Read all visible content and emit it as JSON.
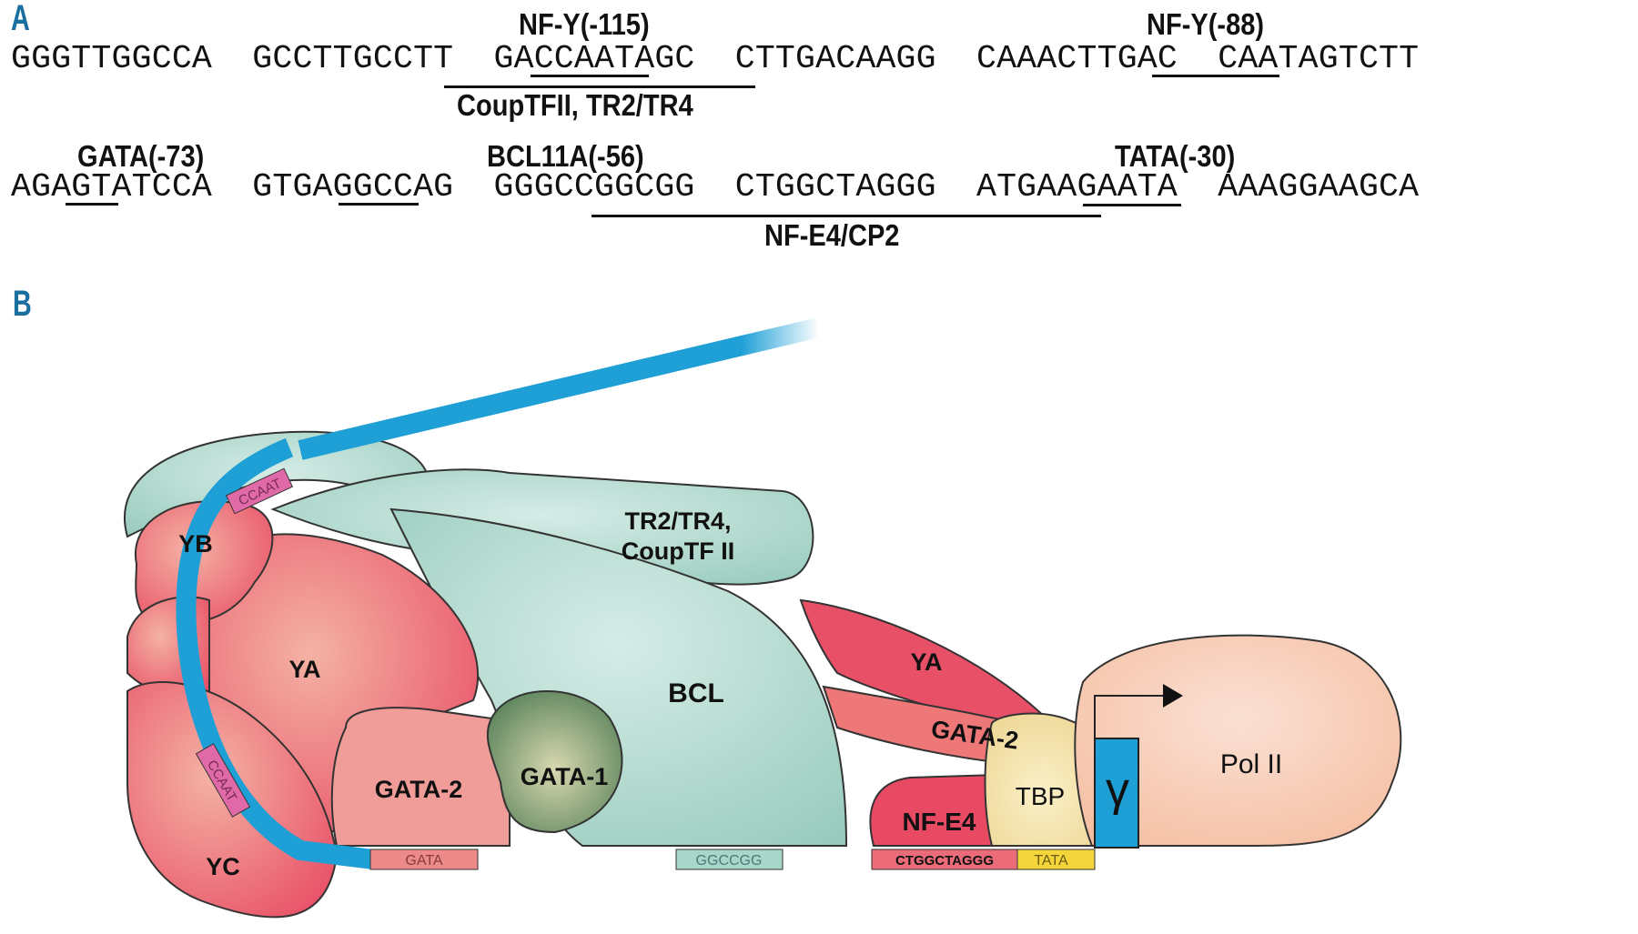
{
  "panel_a": {
    "letter": "A",
    "rows": [
      {
        "sequence": "GGGTTGGCCA  GCCTTGCCTT  GACCAATAGC  CTTGACAAGG  CAAACTTGAC  CAATAGTCTT",
        "labels_above": [
          "NF-Y(-115)",
          "NF-Y(-88)"
        ],
        "labels_below": [
          "CoupTFII, TR2/TR4"
        ]
      },
      {
        "sequence": "AGAGTATCCA  GTGAGGCCAG  GGGCCGGCGG  CTGGCTAGGG  ATGAAGAATA  AAAGGAAGCA",
        "labels_above": [
          "GATA(-73)",
          "BCL11A(-56)",
          "TATA(-30)"
        ],
        "labels_below": [
          "NF-E4/CP2"
        ]
      }
    ]
  },
  "panel_b": {
    "letter": "B",
    "proteins": {
      "yb": "YB",
      "ya": "YA",
      "yc": "YC",
      "tr2_line1": "TR2/TR4,",
      "tr2_line2": "CoupTF II",
      "bcl": "BCL",
      "gata2_left": "GATA-2",
      "gata1": "GATA-1",
      "ya_right": "YA",
      "gata2_right": "GATA-2",
      "nfe4": "NF-E4",
      "tbp": "TBP",
      "pol2": "Pol II",
      "gamma": "γ"
    },
    "dna_elements": {
      "ccaat_upper": "CCAAT",
      "ccaat_lower": "CCAAT",
      "gata": "GATA",
      "ggccgg": "GGCCGG",
      "ctggctaggg": "CTGGCTAGGG",
      "tata": "TATA"
    },
    "colors": {
      "dna": "#1e9fd6",
      "ccaat": "#e06aa8",
      "nfy": "#ec6b78",
      "nfy_light": "#f4a8a3",
      "teal": "#a9d6ca",
      "gata1": "#6b8f68",
      "tbp": "#f3dfa0",
      "pol2": "#f8c9b2",
      "tata": "#f4d53c"
    }
  }
}
